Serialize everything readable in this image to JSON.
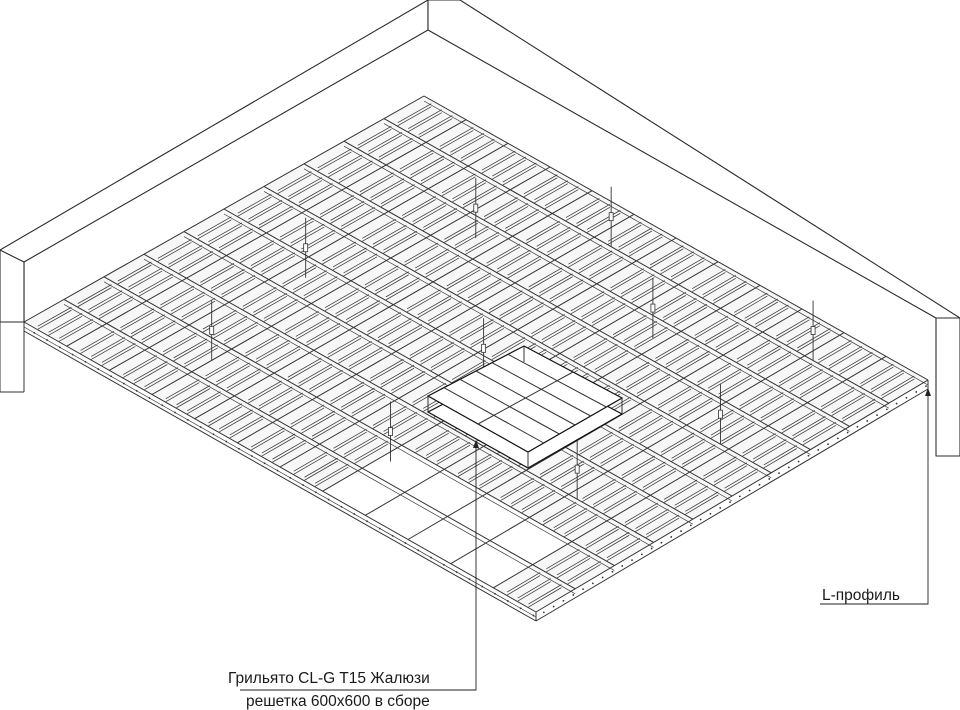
{
  "labels": {
    "l_profile": "L-профиль",
    "grilyato_line1": "Грильято CL-G T15 Жалюзи",
    "grilyato_line2": "решетка 600х600 в сборе"
  }
}
